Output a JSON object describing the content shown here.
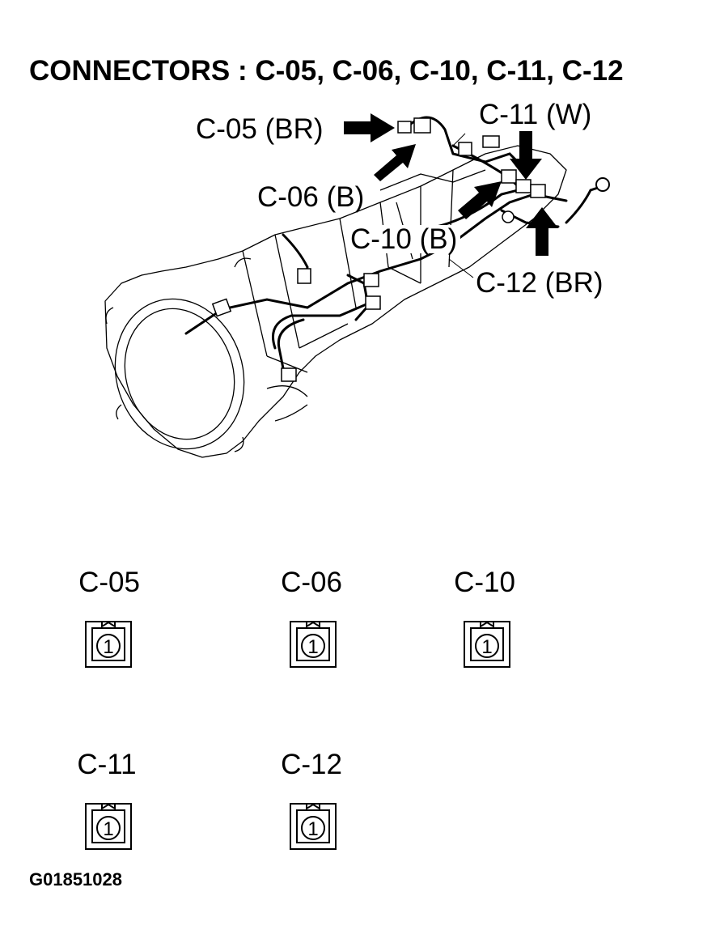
{
  "title": "CONNECTORS : C-05, C-06, C-10, C-11, C-12",
  "callouts": [
    {
      "label": "C-05 (BR)"
    },
    {
      "label": "C-06 (B)"
    },
    {
      "label": "C-10 (B)"
    },
    {
      "label": "C-11 (W)"
    },
    {
      "label": "C-12 (BR)"
    }
  ],
  "connectors": [
    {
      "name": "C-05",
      "pin": "1"
    },
    {
      "name": "C-06",
      "pin": "1"
    },
    {
      "name": "C-10",
      "pin": "1"
    },
    {
      "name": "C-11",
      "pin": "1"
    },
    {
      "name": "C-12",
      "pin": "1"
    }
  ],
  "figure_id": "G01851028"
}
